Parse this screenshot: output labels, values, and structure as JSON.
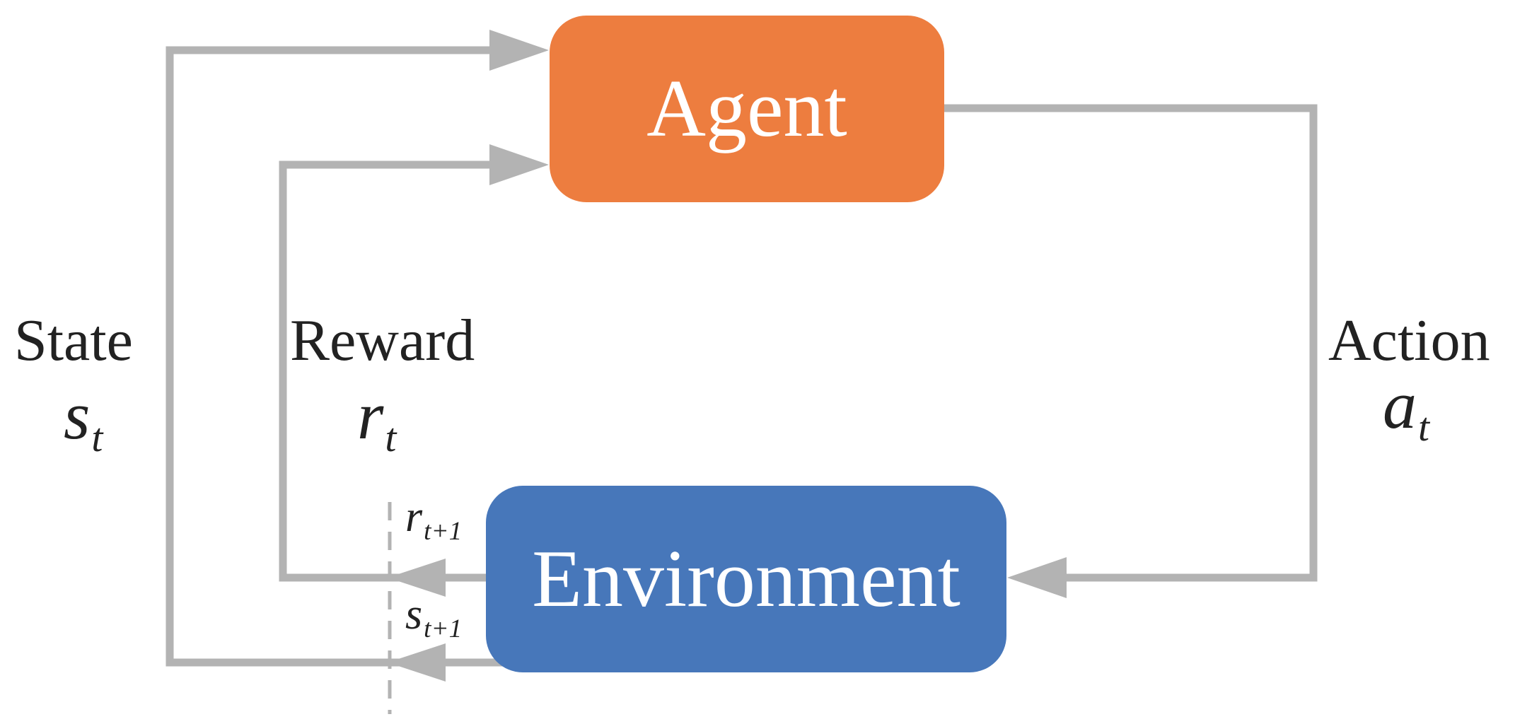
{
  "colors": {
    "agent_fill": "#ED7D3F",
    "environment_fill": "#4777BA",
    "arrow": "#B3B3B3",
    "text": "#222222"
  },
  "nodes": {
    "agent": "Agent",
    "environment": "Environment"
  },
  "labels": {
    "state": "State",
    "state_symbol": "s",
    "state_sub": "t",
    "reward": "Reward",
    "reward_symbol": "r",
    "reward_sub": "t",
    "action": "Action",
    "action_symbol": "a",
    "action_sub": "t",
    "next_reward_symbol": "r",
    "next_reward_sub": "t+1",
    "next_state_symbol": "s",
    "next_state_sub": "t+1"
  }
}
